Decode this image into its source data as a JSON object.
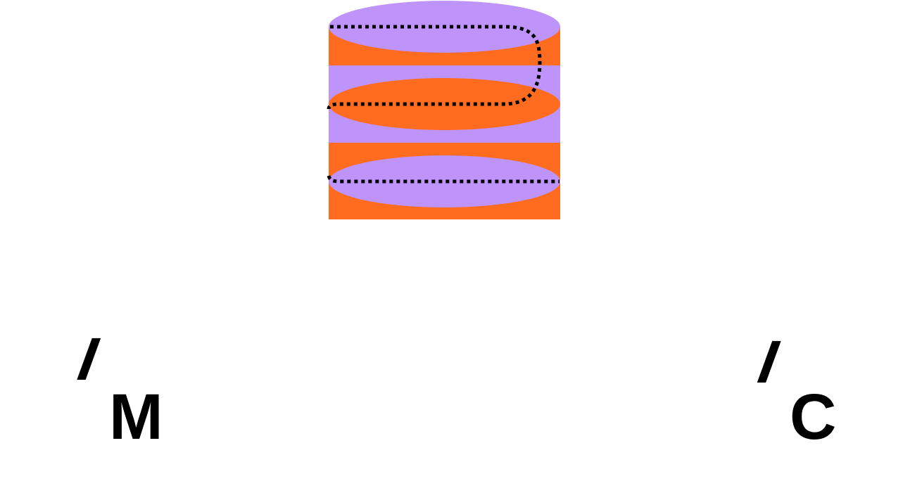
{
  "diagram": {
    "layer_stack": {
      "layer_count": 3,
      "path_style": "dotted-serpentine"
    },
    "labels": {
      "left": {
        "symbol": "I",
        "subscript": "M"
      },
      "right": {
        "symbol": "I",
        "subscript": "C"
      }
    }
  },
  "colors": {
    "band_orange": "#FF6B1F",
    "band_purple": "#BF94FA",
    "path": "#000000",
    "text": "#000000",
    "background": "#FFFFFF"
  }
}
